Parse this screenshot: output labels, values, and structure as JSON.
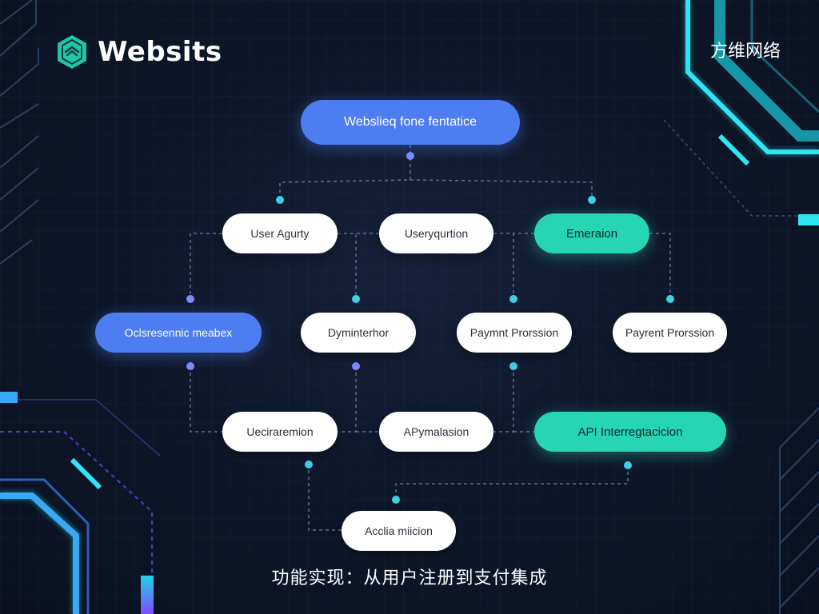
{
  "brand": {
    "logo_text": "Websits",
    "name_cn": "方维网络"
  },
  "caption": "功能实现：从用户注册到支付集成",
  "colors": {
    "blue_node": "#4d7df0",
    "teal_node": "#27d4b4",
    "white_node": "#ffffff",
    "background": "#0d1628",
    "neon_cyan": "#22d3e6",
    "neon_violet": "#7b4dff",
    "dot_blue": "#7b8cff",
    "dot_cyan": "#3fd0e6"
  },
  "nodes": {
    "root": {
      "label": "Webslieq fone fentatice",
      "style": "blue"
    },
    "user_agurty": {
      "label": "User Agurty",
      "style": "white"
    },
    "userygurtion": {
      "label": "Useryqurtion",
      "style": "white"
    },
    "emeraion": {
      "label": "Emeraion",
      "style": "teal"
    },
    "odsresennic_meabex": {
      "label": "Oclsresennic meabex",
      "style": "blue"
    },
    "dyminterhor": {
      "label": "Dyminterhor",
      "style": "white"
    },
    "payment_prorssion_1": {
      "label": "Paymnt Prorssion",
      "style": "white"
    },
    "payment_prorssion_2": {
      "label": "Payrent Prorssion",
      "style": "white"
    },
    "uecinrernion": {
      "label": "Ueciraremion",
      "style": "white"
    },
    "apymalasion": {
      "label": "APymalasion",
      "style": "white"
    },
    "api_interregtacicion": {
      "label": "API Interregtacicion",
      "style": "teal"
    },
    "acclia_miicion": {
      "label": "Acclia miicion",
      "style": "white"
    }
  }
}
